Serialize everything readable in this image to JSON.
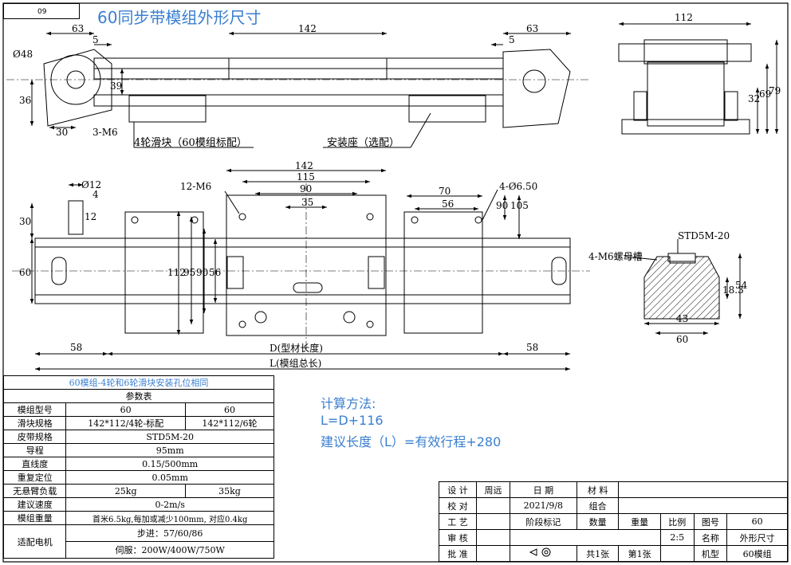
{
  "drawing_code": "09",
  "title": "60同步带模组外形尺寸",
  "top_view": {
    "dims": [
      "63",
      "5",
      "142",
      "5",
      "63",
      "Ø48",
      "36",
      "39",
      "30",
      "3-M6"
    ],
    "callouts": [
      "4轮滑块（60模组标配）",
      "安装座（选配）"
    ]
  },
  "end_view": {
    "dims": [
      "112",
      "32",
      "69",
      "79"
    ]
  },
  "plan_view": {
    "dims": [
      "142",
      "115",
      "90",
      "35",
      "70",
      "56",
      "4-Ø6.50",
      "12-M6",
      "Ø12",
      "4",
      "12",
      "30",
      "60",
      "112",
      "95",
      "90",
      "56",
      "90",
      "105",
      "58",
      "58"
    ],
    "length_labels": [
      "D(型材长度)",
      "L(模组总长)"
    ]
  },
  "section_view": {
    "dims": [
      "STD5M-20",
      "4-M6螺母槽",
      "18.3",
      "54",
      "43",
      "60"
    ]
  },
  "calc": {
    "heading": "计算方法:",
    "formula": "L=D+116",
    "advice": "建议长度（L）=有效行程+280"
  },
  "params": {
    "note": "60模组-4轮和6轮滑块安装孔位相同",
    "header": "参数表",
    "rows": [
      {
        "label": "模组型号",
        "v1": "60",
        "v2": "60"
      },
      {
        "label": "滑块规格",
        "v1": "142*112/4轮-标配",
        "v2": "142*112/6轮"
      },
      {
        "label": "皮带规格",
        "v": "STD5M-20"
      },
      {
        "label": "导程",
        "v": "95mm"
      },
      {
        "label": "直线度",
        "v": "0.15/500mm"
      },
      {
        "label": "重复定位",
        "v": "0.05mm"
      },
      {
        "label": "无悬臂负载",
        "v1": "25kg",
        "v2": "35kg"
      },
      {
        "label": "建议速度",
        "v": "0-2m/s"
      },
      {
        "label": "模组重量",
        "v": "首米6.5kg,每加或减少100mm, 对应0.4kg"
      }
    ],
    "motor_label": "适配电机",
    "motor_rows": [
      "步进：57/60/86",
      "伺服：200W/400W/750W"
    ]
  },
  "title_block": {
    "r1": [
      "设 计",
      "周远",
      "日 期",
      "材 料"
    ],
    "r2": [
      "校 对",
      "2021/9/8",
      "组合"
    ],
    "r3": [
      "工 艺",
      "阶段标记",
      "数量",
      "重量",
      "比例",
      "图号",
      "60"
    ],
    "r4": [
      "审 核",
      "2:5",
      "名称",
      "外形尺寸"
    ],
    "r5": [
      "批 准",
      "共1张",
      "第1张",
      "机型",
      "60模组"
    ]
  }
}
